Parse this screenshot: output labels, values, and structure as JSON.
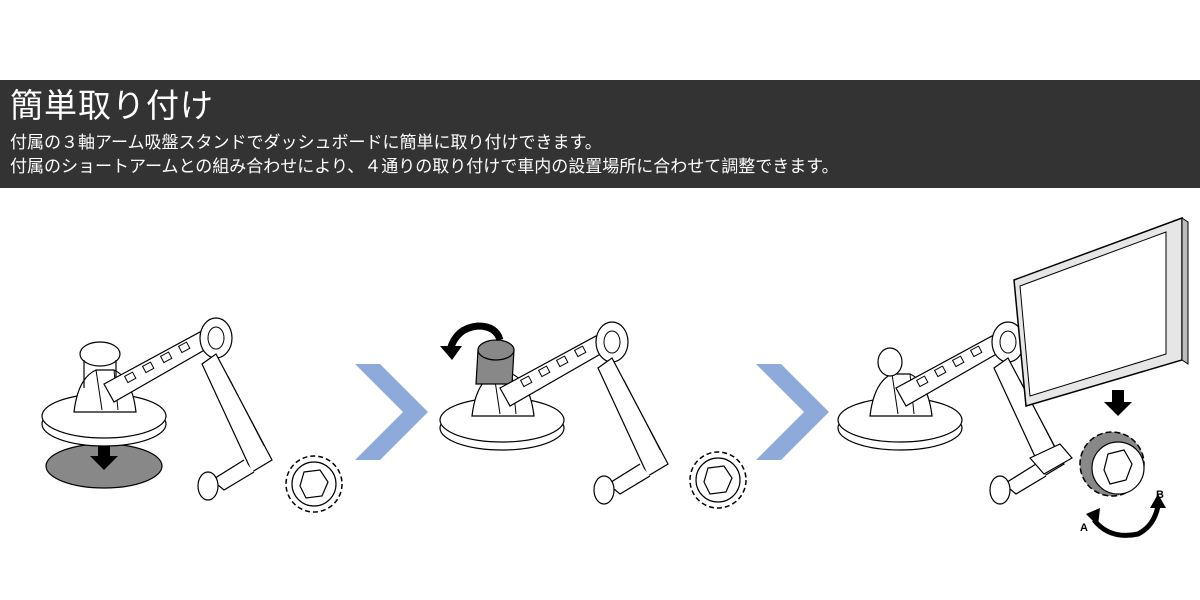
{
  "header": {
    "title": "簡単取り付け",
    "line1": "付属の３軸アーム吸盤スタンドでダッシュボードに簡単に取り付けできます。",
    "line2": "付属のショートアームとの組み合わせにより、４通りの取り付けで車内の設置場所に合わせて調整できます。"
  },
  "steps": [
    {
      "icons": [
        "down-arrow-icon"
      ]
    },
    {
      "icons": [
        "rotate-arrow-icon"
      ]
    },
    {
      "icons": [
        "down-arrow-icon",
        "rotate-arrow-icon"
      ],
      "labels": [
        "A",
        "B"
      ]
    }
  ],
  "colors": {
    "banner": "#333333",
    "chevron": "#8eaadb",
    "pad": "#888888"
  }
}
